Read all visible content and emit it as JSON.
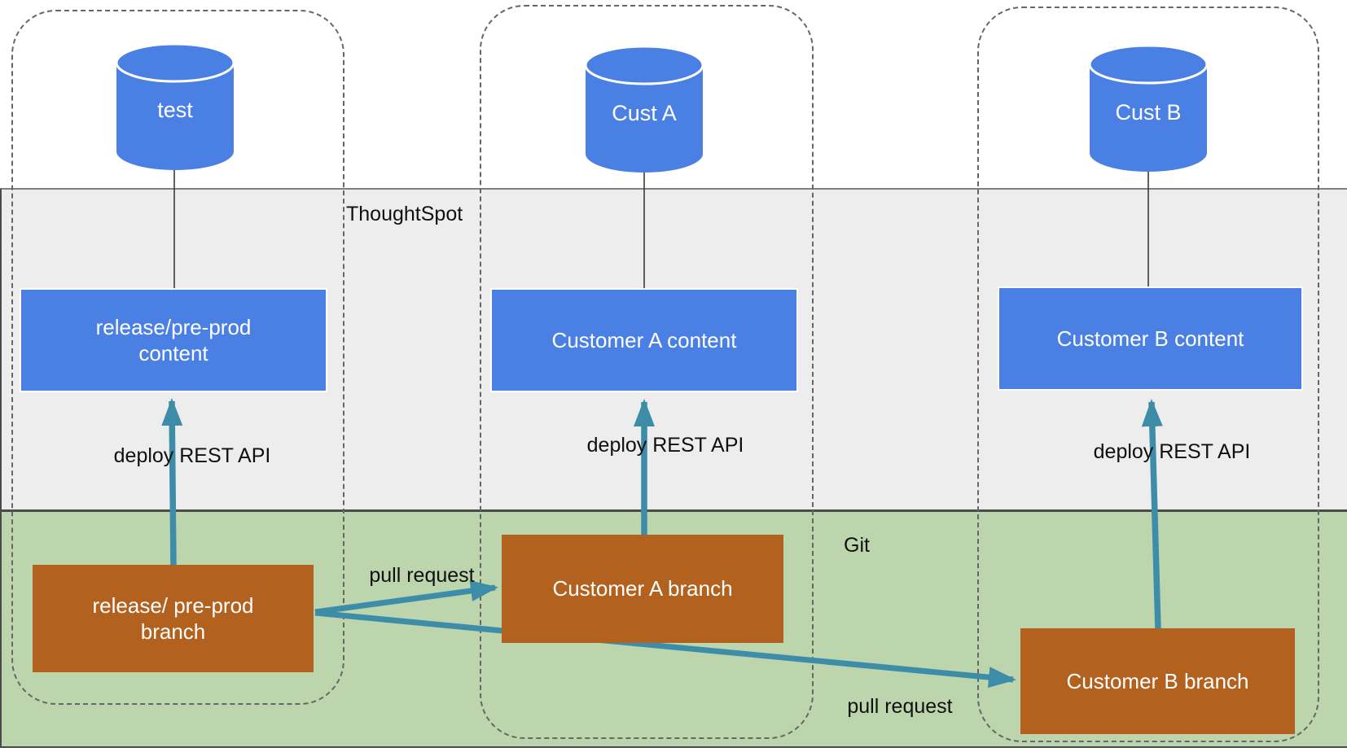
{
  "colors": {
    "blue": "#4a80e4",
    "brown": "#b2611e",
    "teal": "#3d8ca8",
    "green": "#bcd5ac",
    "grayband": "#ededed"
  },
  "zones": {
    "thoughtspot_label": "ThoughtSpot",
    "git_label": "Git"
  },
  "lanes": [
    {
      "database": "test",
      "content": "release/pre-prod content",
      "branch": "release/ pre-prod branch",
      "deploy_label": "deploy REST API"
    },
    {
      "database": "Cust A",
      "content": "Customer A content",
      "branch": "Customer A branch",
      "deploy_label": "deploy REST API"
    },
    {
      "database": "Cust B",
      "content": "Customer B content",
      "branch": "Customer B branch",
      "deploy_label": "deploy REST API"
    }
  ],
  "arrows": {
    "pull_request_to_a": "pull request",
    "pull_request_to_b": "pull request"
  }
}
